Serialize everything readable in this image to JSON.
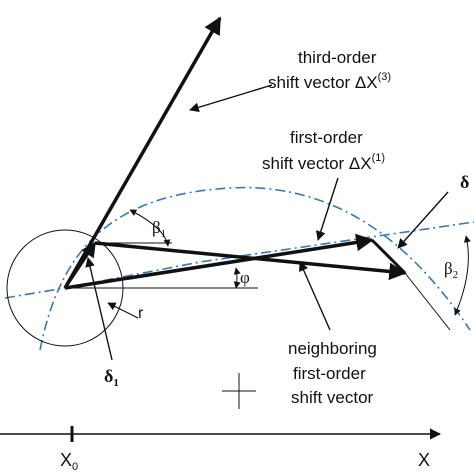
{
  "colors": {
    "ink": "#111111",
    "dashed_curve": "#3a78b5"
  },
  "labels": {
    "third_order_line1": "third-order",
    "third_order_line2": "shift vector ΔX",
    "third_order_sup": "(3)",
    "first_order_line1": "first-order",
    "first_order_line2": "shift vector ΔX",
    "first_order_sup": "(1)",
    "delta_right": "δ",
    "beta1": "β",
    "beta1_sub": "1",
    "beta2": "β",
    "beta2_sub": "2",
    "phi": "φ",
    "r": "r",
    "delta1": "δ",
    "delta1_sub": "1",
    "neighbor_line1": "neighboring",
    "neighbor_line2": "first-order",
    "neighbor_line3": "shift vector",
    "x0": "X",
    "x0_sub": "0",
    "x_axis": "X"
  }
}
